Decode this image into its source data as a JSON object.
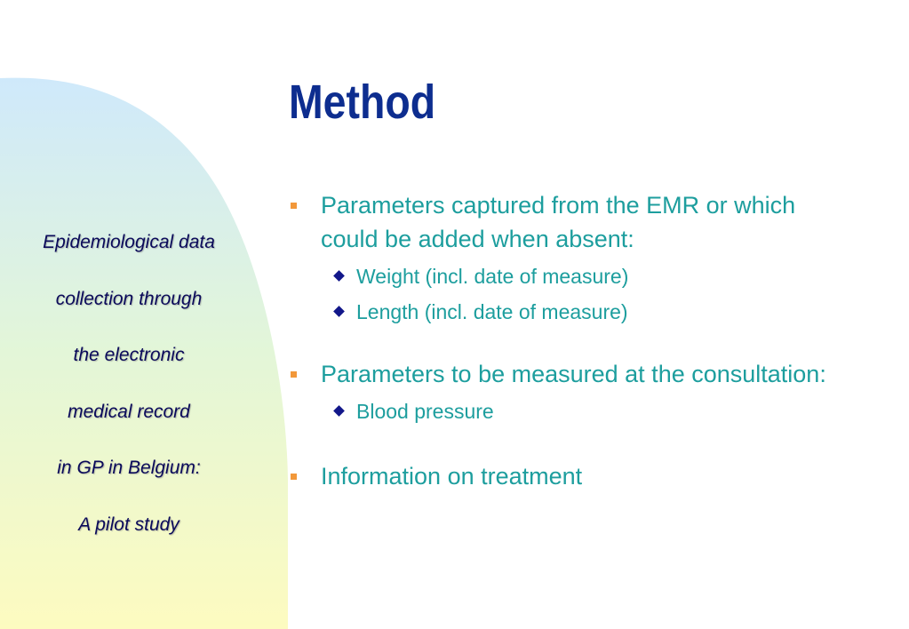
{
  "slide": {
    "title": "Method",
    "sidebar_lines": [
      "Epidemiological data",
      "collection through",
      "the electronic",
      "medical record",
      "in GP in Belgium:",
      "A pilot study"
    ],
    "bullets": [
      {
        "text": "Parameters  captured from the EMR or which could be added when absent:",
        "sub_items": [
          "Weight (incl. date of measure)",
          "Length (incl. date of measure)"
        ]
      },
      {
        "text": "Parameters to be measured at the consultation:",
        "sub_items": [
          "Blood pressure"
        ]
      },
      {
        "text": "Information on treatment",
        "sub_items": []
      }
    ]
  },
  "colors": {
    "title": "#0d2d8f",
    "body_text": "#1d9e9e",
    "sidebar_text": "#0a0a5a",
    "bullet_square": "#f2983a",
    "diamond": "#12178a"
  }
}
